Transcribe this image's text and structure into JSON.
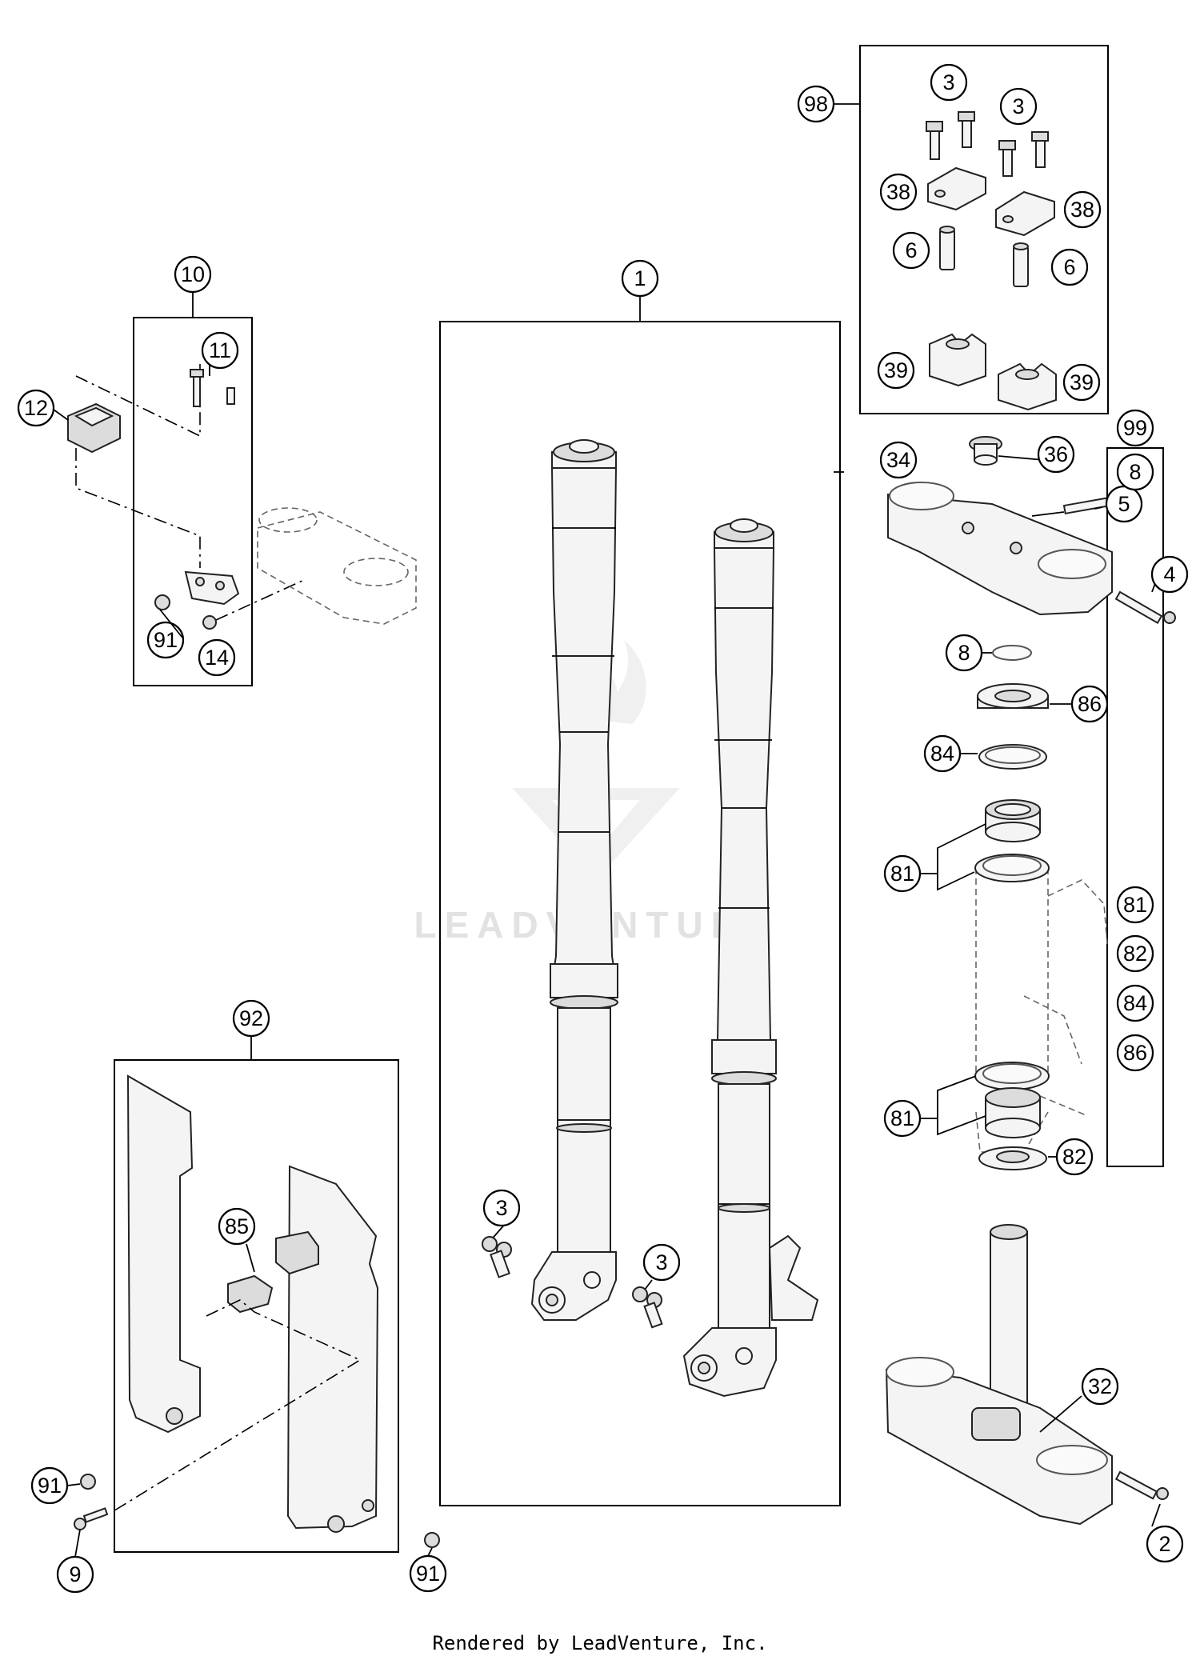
{
  "watermark": "LEADVENTURE",
  "footer": "Rendered by LeadVenture, Inc.",
  "callouts": {
    "fork_assembly": "1",
    "fork_guard_kit": "92",
    "speedo_bracket_kit": "10",
    "handlebar_clamp_kit": "98",
    "steering_bearing_kit": "99",
    "top_clamp": "34",
    "bottom_clamp": "32",
    "screw_top_clamp": "5",
    "screw_clamp_4": "4",
    "screw_bottom_clamp": "2",
    "nut_36": "36",
    "o_ring": "8",
    "seal_86": "86",
    "seal_84": "84",
    "bearing_upper": "81",
    "bearing_lower": "81",
    "seal_82": "82",
    "screw_3_fork_left": "3",
    "screw_3_fork_right": "3",
    "screw_3_kit_a": "3",
    "screw_3_kit_b": "3",
    "clamp_38_a": "38",
    "clamp_38_b": "38",
    "bushing_6_a": "6",
    "bushing_6_b": "6",
    "clamp_39_a": "39",
    "clamp_39_b": "39",
    "screw_11": "11",
    "display_12": "12",
    "nut_91_bracket": "91",
    "screw_14": "14",
    "clamp_85": "85",
    "nut_91_guard": "91",
    "screw_9": "9",
    "nut_91_bottom": "91",
    "kit99_items": [
      "8",
      "81",
      "82",
      "84",
      "86"
    ]
  }
}
